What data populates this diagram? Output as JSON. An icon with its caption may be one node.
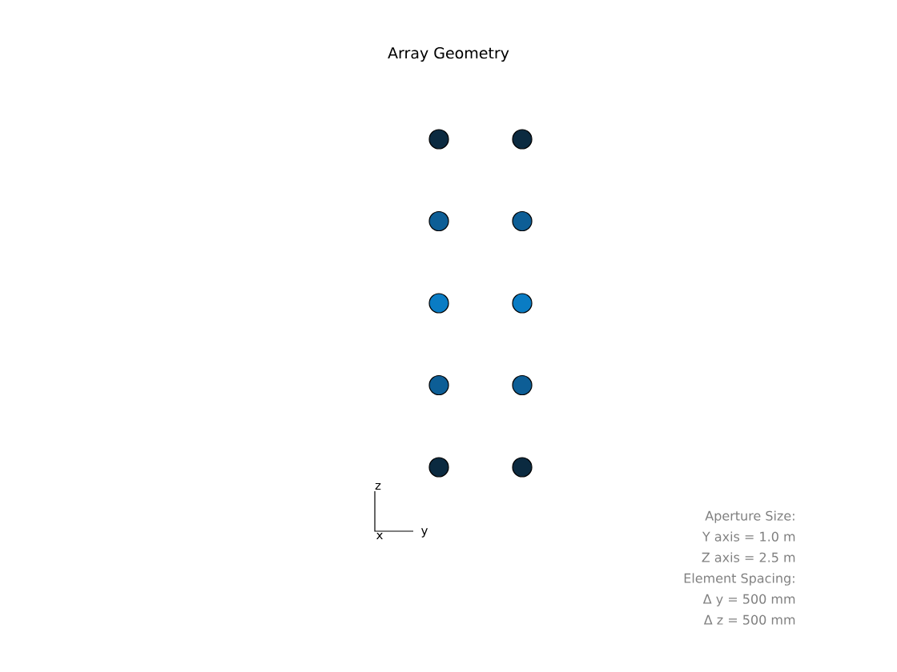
{
  "diagram": {
    "title": "Array Geometry",
    "nodes": [
      {
        "text": [],
        "shape": "circle"
      },
      {
        "text": [],
        "shape": "circle"
      },
      {
        "text": [],
        "shape": "circle"
      },
      {
        "text": [],
        "shape": "circle"
      },
      {
        "text": [],
        "shape": "circle"
      },
      {
        "text": [],
        "shape": "circle"
      },
      {
        "text": [],
        "shape": "circle"
      },
      {
        "text": [],
        "shape": "circle"
      },
      {
        "text": [],
        "shape": "circle"
      },
      {
        "text": [],
        "shape": "circle"
      }
    ],
    "labels": [
      "z",
      "x",
      "y",
      "Aperture Size:",
      "Y axis = 1.0 m",
      "Z axis = 2.5 m",
      "Element Spacing:",
      "Δ y = 500 mm",
      "Δ z = 500 mm"
    ]
  }
}
